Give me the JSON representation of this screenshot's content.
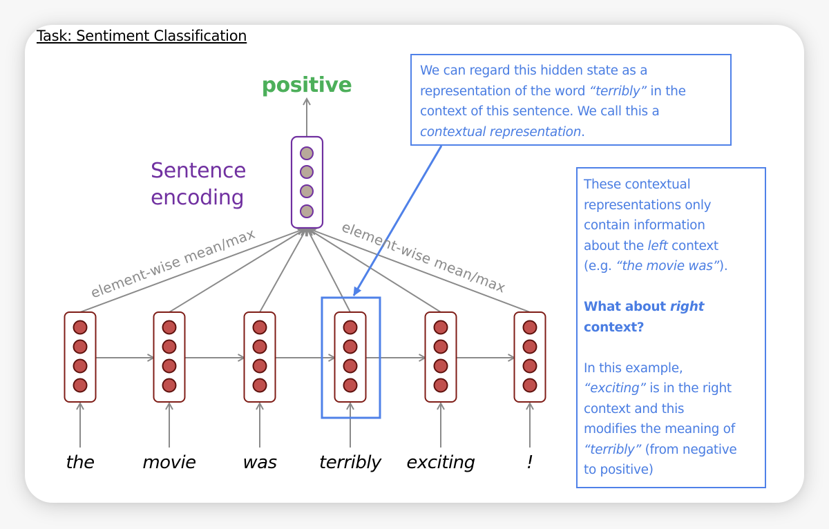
{
  "slide": {
    "title": "Task: Sentiment Classification",
    "output_label": "positive",
    "sentence_encoding_label": [
      "Sentence",
      "encoding"
    ],
    "pooling_label_left": "element-wise mean/max",
    "pooling_label_right": "element-wise mean/max",
    "words": [
      "the",
      "movie",
      "was",
      "terribly",
      "exciting",
      "!"
    ],
    "highlighted_word_index": 3,
    "units_per_vector": 4,
    "colors": {
      "output_label": "#4caf5a",
      "sentence_encoding": "#7030a0",
      "sentence_vector_fill": "#b8a99a",
      "hidden_vector_border": "#7f1d17",
      "hidden_unit_fill": "#c0504d",
      "arrow": "#8a8a8a",
      "callout": "#4f81e8"
    },
    "callout_top": {
      "segments": [
        {
          "text": "We can regard this hidden state as a",
          "style": "normal"
        },
        {
          "text": "representation of the word ",
          "style": "normal",
          "newline": true
        },
        {
          "text": "“terribly”",
          "style": "italic"
        },
        {
          "text": " in the",
          "style": "normal"
        },
        {
          "text": "context of this sentence. We call this a",
          "style": "normal",
          "newline": true
        },
        {
          "text": "contextual representation",
          "style": "italic",
          "newline": true
        },
        {
          "text": ".",
          "style": "normal"
        }
      ]
    },
    "callout_right": {
      "para1": {
        "l1": "These contextual",
        "l2": "representations only",
        "l3": "contain information",
        "l4a": "about the ",
        "l4b": "left",
        "l4c": " context",
        "l5a": "(e.g. ",
        "l5b": "“the movie was”",
        "l5c": ")."
      },
      "para2": {
        "l1a": "What about ",
        "l1b": "right",
        "l2": "context?"
      },
      "para3": {
        "l1": "In this example,",
        "l2a": "“exciting”",
        "l2b": " is in the right",
        "l3": "context and this",
        "l4": "modifies the meaning of",
        "l5a": "“terribly”",
        "l5b": " (from negative",
        "l6": "to positive)"
      }
    }
  }
}
